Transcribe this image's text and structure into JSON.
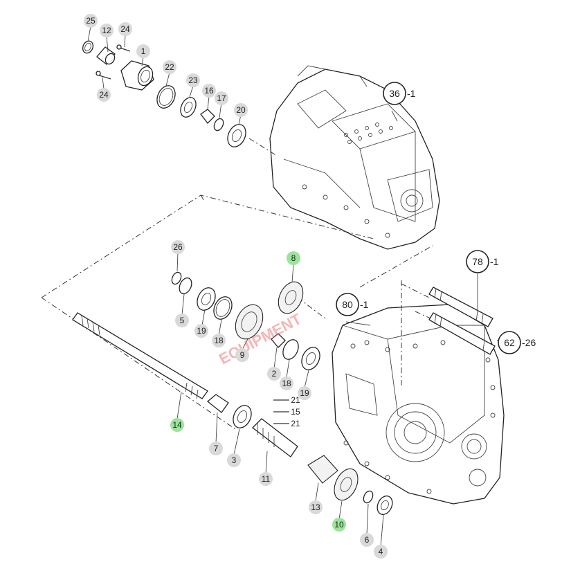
{
  "watermark": "EQUIPMENT",
  "callouts": [
    {
      "id": "c25",
      "label": "25",
      "highlight": false
    },
    {
      "id": "c12",
      "label": "12",
      "highlight": false
    },
    {
      "id": "c24a",
      "label": "24",
      "highlight": false
    },
    {
      "id": "c1",
      "label": "1",
      "highlight": false
    },
    {
      "id": "c24b",
      "label": "24",
      "highlight": false
    },
    {
      "id": "c22",
      "label": "22",
      "highlight": false
    },
    {
      "id": "c23",
      "label": "23",
      "highlight": false
    },
    {
      "id": "c16",
      "label": "16",
      "highlight": false
    },
    {
      "id": "c17",
      "label": "17",
      "highlight": false
    },
    {
      "id": "c20",
      "label": "20",
      "highlight": false
    },
    {
      "id": "c26",
      "label": "26",
      "highlight": false
    },
    {
      "id": "c5",
      "label": "5",
      "highlight": false
    },
    {
      "id": "c19a",
      "label": "19",
      "highlight": false
    },
    {
      "id": "c18a",
      "label": "18",
      "highlight": false
    },
    {
      "id": "c8",
      "label": "8",
      "highlight": true
    },
    {
      "id": "c9",
      "label": "9",
      "highlight": false
    },
    {
      "id": "c2",
      "label": "2",
      "highlight": false
    },
    {
      "id": "c18b",
      "label": "18",
      "highlight": false
    },
    {
      "id": "c19b",
      "label": "19",
      "highlight": false
    },
    {
      "id": "c14",
      "label": "14",
      "highlight": true
    },
    {
      "id": "c7",
      "label": "7",
      "highlight": false
    },
    {
      "id": "c3",
      "label": "3",
      "highlight": false
    },
    {
      "id": "c11",
      "label": "11",
      "highlight": false
    },
    {
      "id": "c13",
      "label": "13",
      "highlight": false
    },
    {
      "id": "c10",
      "label": "10",
      "highlight": true
    },
    {
      "id": "c6",
      "label": "6",
      "highlight": false
    },
    {
      "id": "c4",
      "label": "4",
      "highlight": false
    }
  ],
  "pin_labels": [
    {
      "id": "p21a",
      "label": "21"
    },
    {
      "id": "p15",
      "label": "15"
    },
    {
      "id": "p21b",
      "label": "21"
    }
  ],
  "references": [
    {
      "id": "r36",
      "label": "36",
      "suffix": "-1"
    },
    {
      "id": "r78",
      "label": "78",
      "suffix": "-1"
    },
    {
      "id": "r80",
      "label": "80",
      "suffix": "-1"
    },
    {
      "id": "r62",
      "label": "62",
      "suffix": "-26"
    }
  ]
}
